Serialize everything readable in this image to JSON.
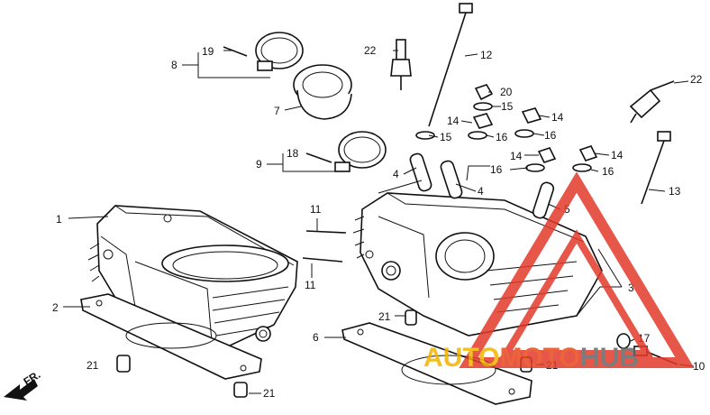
{
  "callouts": [
    {
      "id": "c1",
      "text": "1"
    },
    {
      "id": "c2",
      "text": "2"
    },
    {
      "id": "c3",
      "text": "3"
    },
    {
      "id": "c4a",
      "text": "4"
    },
    {
      "id": "c4b",
      "text": "4"
    },
    {
      "id": "c5",
      "text": "5"
    },
    {
      "id": "c6",
      "text": "6"
    },
    {
      "id": "c7",
      "text": "7"
    },
    {
      "id": "c8",
      "text": "8"
    },
    {
      "id": "c9",
      "text": "9"
    },
    {
      "id": "c10",
      "text": "10"
    },
    {
      "id": "c11a",
      "text": "11"
    },
    {
      "id": "c11b",
      "text": "11"
    },
    {
      "id": "c12",
      "text": "12"
    },
    {
      "id": "c13",
      "text": "13"
    },
    {
      "id": "c14a",
      "text": "14"
    },
    {
      "id": "c14b",
      "text": "14"
    },
    {
      "id": "c14c",
      "text": "14"
    },
    {
      "id": "c14d",
      "text": "14"
    },
    {
      "id": "c15a",
      "text": "15"
    },
    {
      "id": "c15b",
      "text": "15"
    },
    {
      "id": "c16a",
      "text": "16"
    },
    {
      "id": "c16b",
      "text": "16"
    },
    {
      "id": "c16c",
      "text": "16"
    },
    {
      "id": "c16d",
      "text": "16"
    },
    {
      "id": "c17",
      "text": "17"
    },
    {
      "id": "c18",
      "text": "18"
    },
    {
      "id": "c19",
      "text": "19"
    },
    {
      "id": "c20",
      "text": "20"
    },
    {
      "id": "c21a",
      "text": "21"
    },
    {
      "id": "c21b",
      "text": "21"
    },
    {
      "id": "c21c",
      "text": "21"
    },
    {
      "id": "c21d",
      "text": "21"
    },
    {
      "id": "c22a",
      "text": "22"
    },
    {
      "id": "c22b",
      "text": "22"
    }
  ],
  "direction_label": "FR.",
  "watermark": {
    "text": "AUTOMOTOHUB",
    "colors": {
      "auto": "#f2b400",
      "moto": "#e84a1a",
      "hub": "#666666",
      "triangle": "#e23a2a"
    }
  }
}
